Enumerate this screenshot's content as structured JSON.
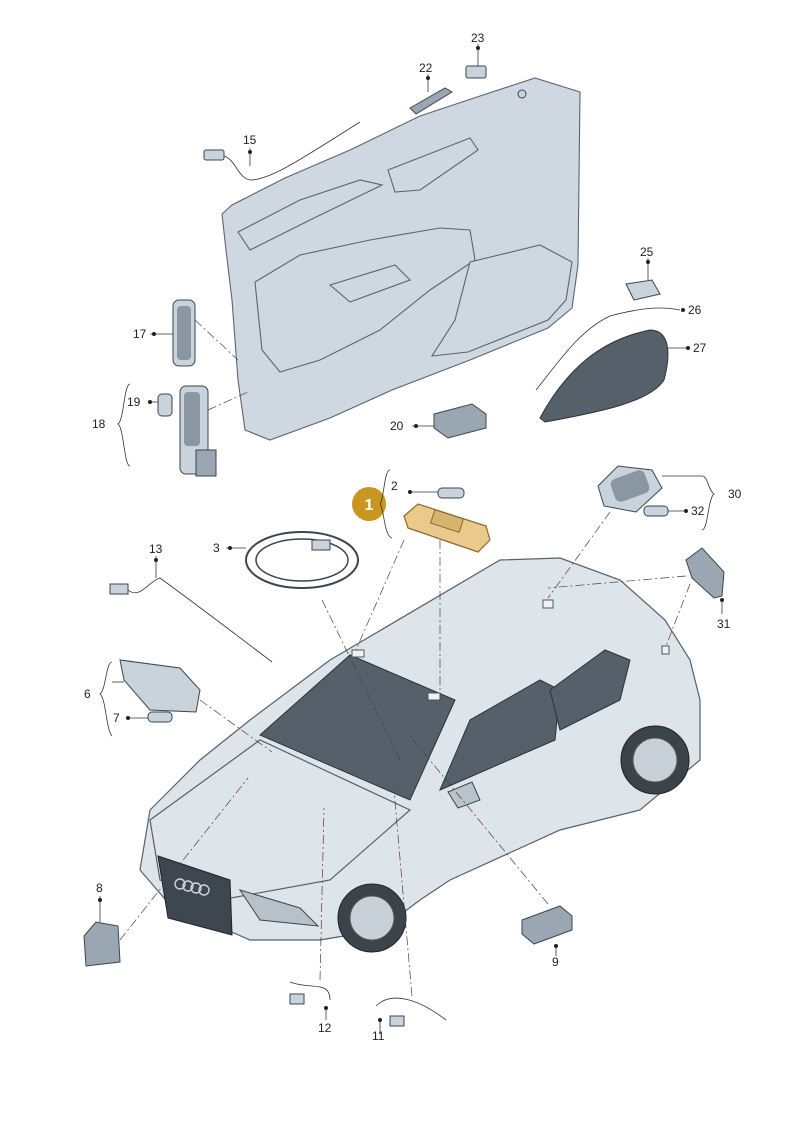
{
  "diagram": {
    "highlight_badge": "1",
    "highlight_color": "#c9961f",
    "part_numbers": {
      "p2": "2",
      "p3": "3",
      "p6": "6",
      "p7": "7",
      "p8": "8",
      "p9": "9",
      "p11": "11",
      "p12": "12",
      "p13": "13",
      "p15": "15",
      "p17": "17",
      "p18": "18",
      "p19": "19",
      "p20": "20",
      "p22": "22",
      "p23": "23",
      "p25": "25",
      "p26": "26",
      "p27": "27",
      "p30": "30",
      "p31": "31",
      "p32": "32"
    }
  }
}
